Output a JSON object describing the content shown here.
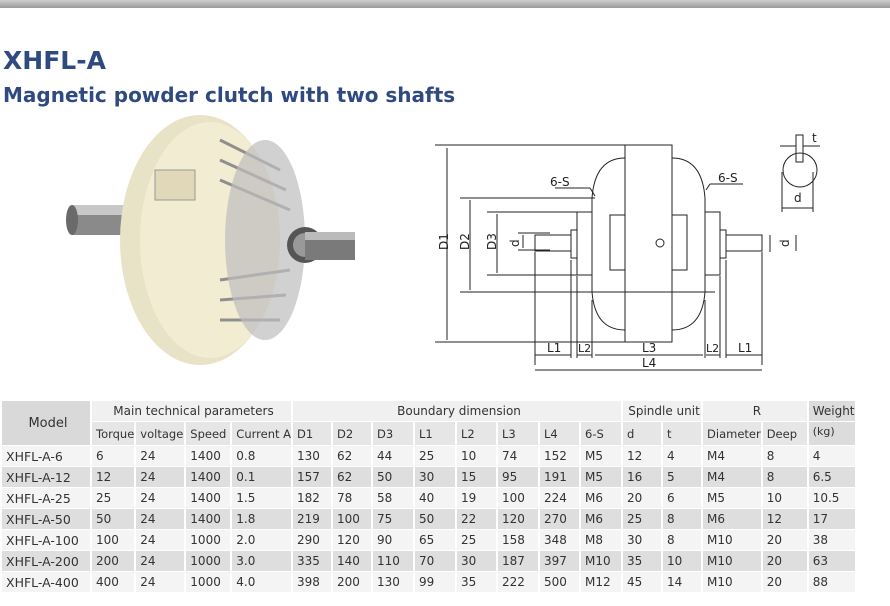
{
  "header": {
    "title": "XHFL-A",
    "subtitle": "Magnetic powder clutch with two shafts"
  },
  "diagram": {
    "labels": {
      "d1": "D1",
      "d2": "D2",
      "d3": "D3",
      "d": "d",
      "s_left": "6-S",
      "s_right": "6-S",
      "l1": "L1",
      "l2": "L2",
      "l3": "L3",
      "l4": "L4",
      "t": "t",
      "key_d": "d"
    }
  },
  "table": {
    "model_header": "Model",
    "groups": {
      "main": "Main technical parameters",
      "boundary": "Boundary dimension",
      "spindle": "Spindle unit",
      "r": "R",
      "weight": "Weight",
      "weight_unit": "(kg)"
    },
    "columns": [
      "Torque",
      "voltage",
      "Speed",
      "Current A",
      "D1",
      "D2",
      "D3",
      "L1",
      "L2",
      "L3",
      "L4",
      "6-S",
      "d",
      "t",
      "Diameter",
      "Deep"
    ],
    "rows": [
      [
        "XHFL-A-6",
        "6",
        "24",
        "1400",
        "0.8",
        "130",
        "62",
        "44",
        "25",
        "10",
        "74",
        "152",
        "M5",
        "12",
        "4",
        "M4",
        "8",
        "4"
      ],
      [
        "XHFL-A-12",
        "12",
        "24",
        "1400",
        "0.1",
        "157",
        "62",
        "50",
        "30",
        "15",
        "95",
        "191",
        "M5",
        "16",
        "5",
        "M4",
        "8",
        "6.5"
      ],
      [
        "XHFL-A-25",
        "25",
        "24",
        "1400",
        "1.5",
        "182",
        "78",
        "58",
        "40",
        "19",
        "100",
        "224",
        "M6",
        "20",
        "6",
        "M5",
        "10",
        "10.5"
      ],
      [
        "XHFL-A-50",
        "50",
        "24",
        "1400",
        "1.8",
        "219",
        "100",
        "75",
        "50",
        "22",
        "120",
        "270",
        "M6",
        "25",
        "8",
        "M6",
        "12",
        "17"
      ],
      [
        "XHFL-A-100",
        "100",
        "24",
        "1000",
        "2.0",
        "290",
        "120",
        "90",
        "65",
        "25",
        "158",
        "348",
        "M8",
        "30",
        "8",
        "M10",
        "20",
        "38"
      ],
      [
        "XHFL-A-200",
        "200",
        "24",
        "1000",
        "3.0",
        "335",
        "140",
        "110",
        "70",
        "30",
        "187",
        "397",
        "M10",
        "35",
        "10",
        "M10",
        "20",
        "63"
      ],
      [
        "XHFL-A-400",
        "400",
        "24",
        "1000",
        "4.0",
        "398",
        "200",
        "130",
        "99",
        "35",
        "222",
        "500",
        "M12",
        "45",
        "14",
        "M10",
        "20",
        "88"
      ]
    ]
  }
}
